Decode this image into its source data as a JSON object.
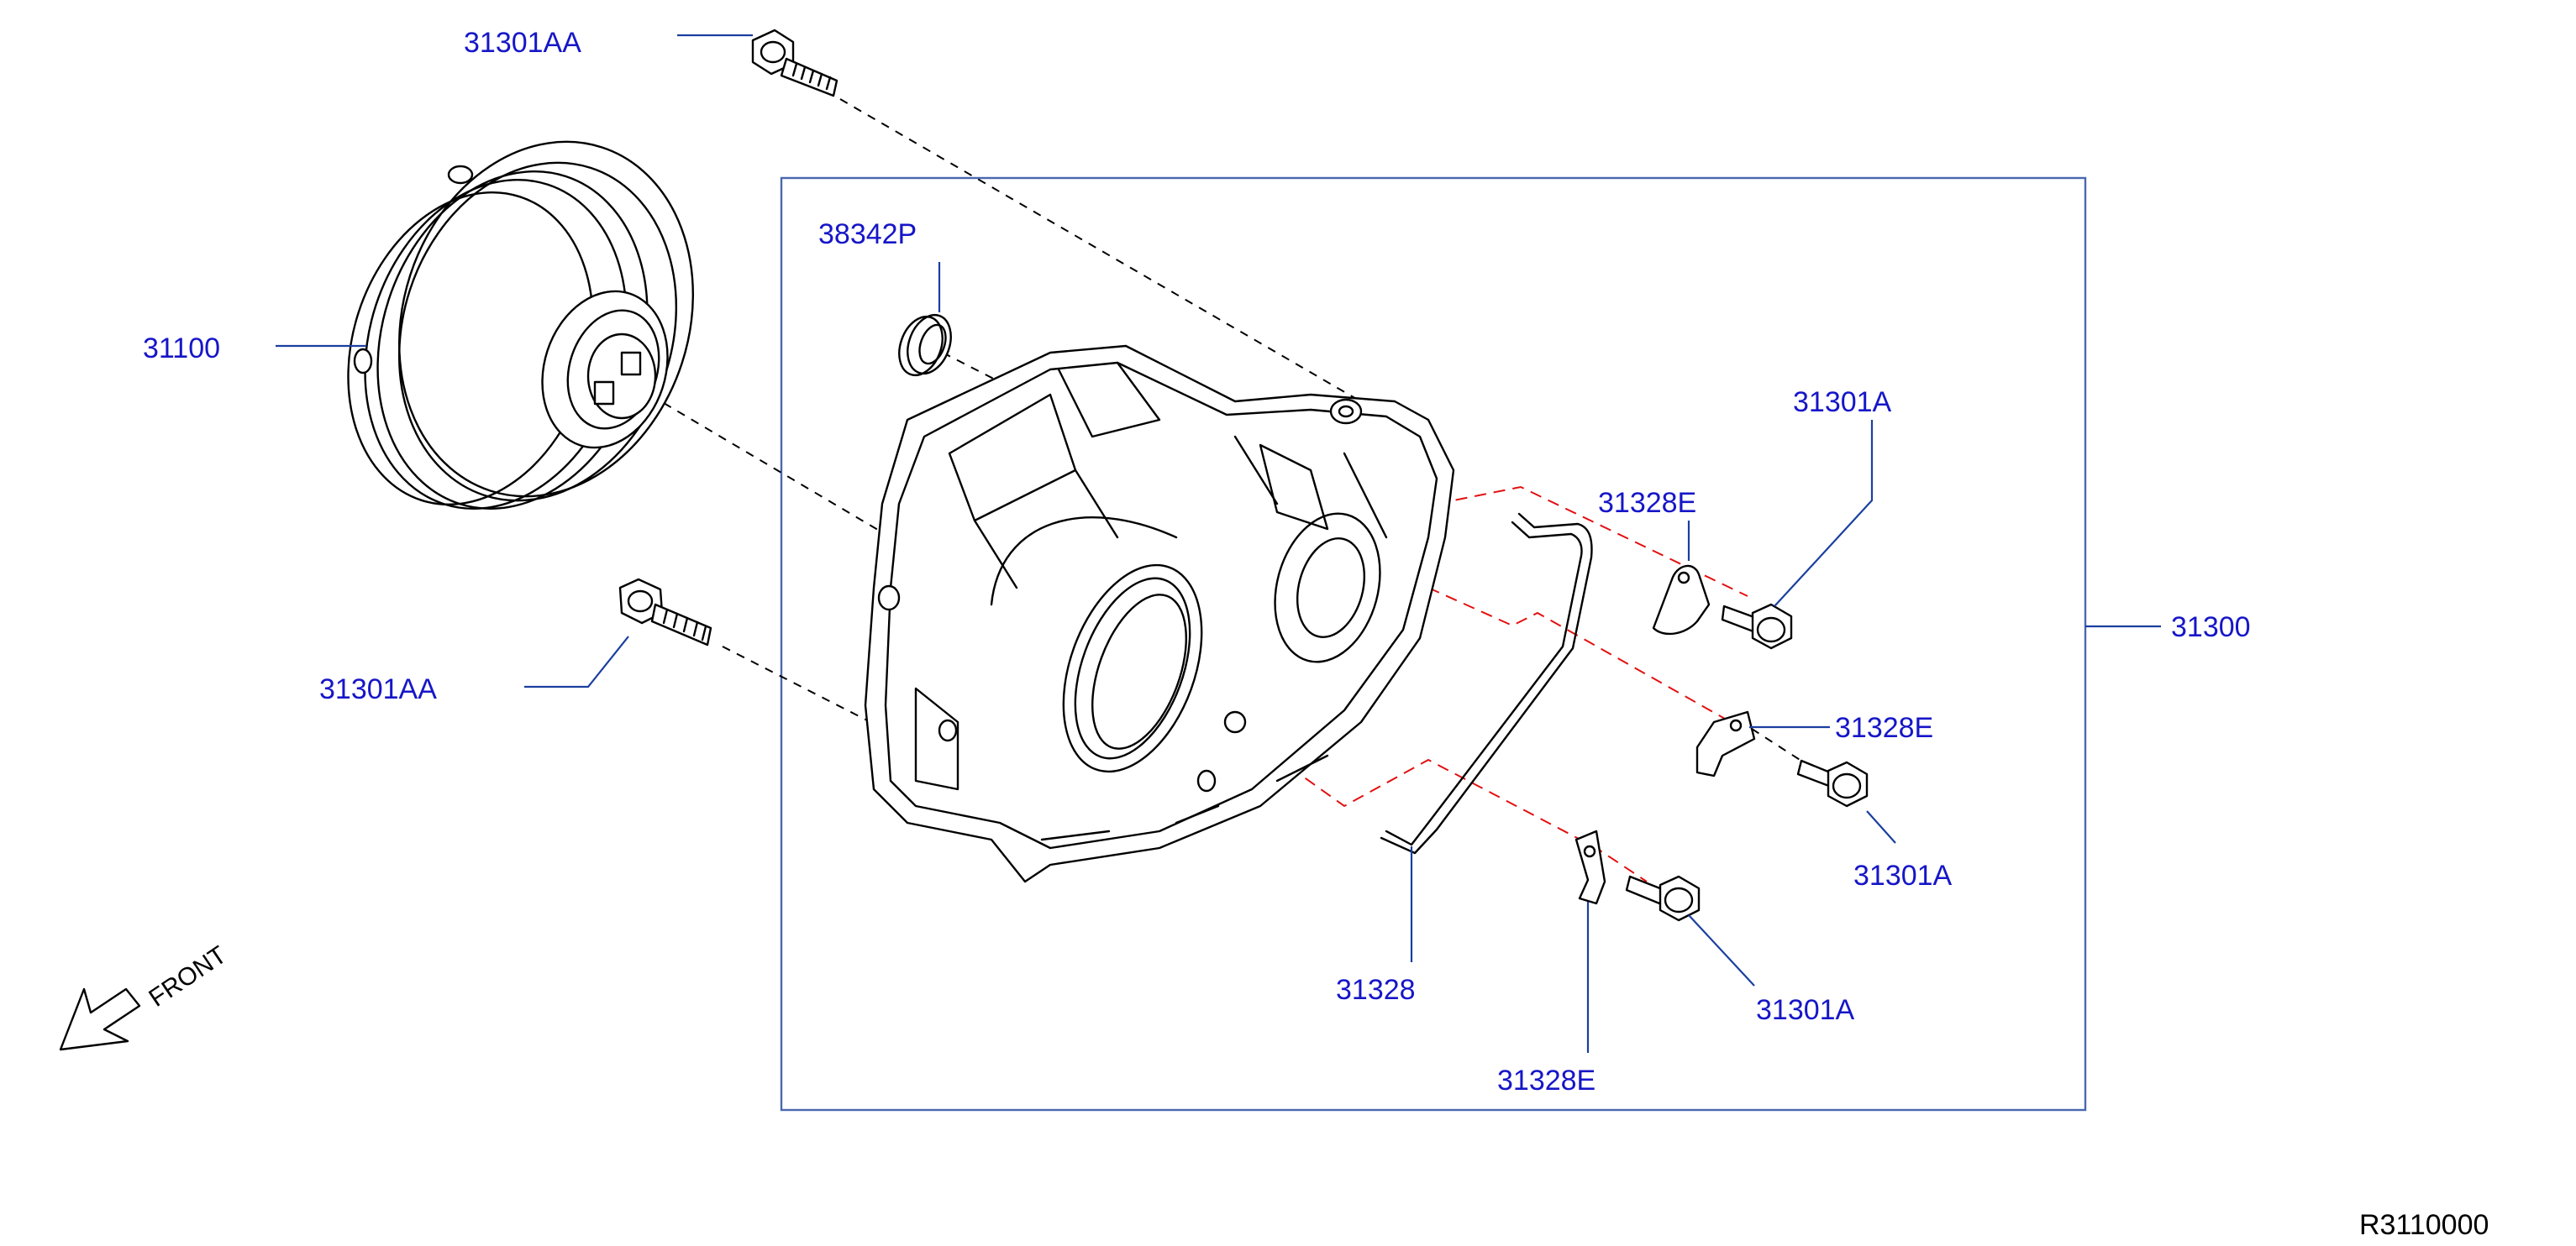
{
  "callouts": {
    "bolt_top": "31301AA",
    "converter": "31100",
    "bolt_left": "31301AA",
    "seal": "38342P",
    "bolt_a1": "31301A",
    "clip_e1": "31328E",
    "housing": "31300",
    "clip_e2": "31328E",
    "bolt_a2": "31301A",
    "tube": "31328",
    "bolt_a3": "31301A",
    "clip_e3": "31328E"
  },
  "front_label": "FRONT",
  "diagram_ref": "R3110000",
  "colors": {
    "callout_text": "#1616c8",
    "leader_line": "#1a3fa0",
    "frame_border": "#4a68b0",
    "line_art": "#000000",
    "red_dashed": "#e31010"
  }
}
